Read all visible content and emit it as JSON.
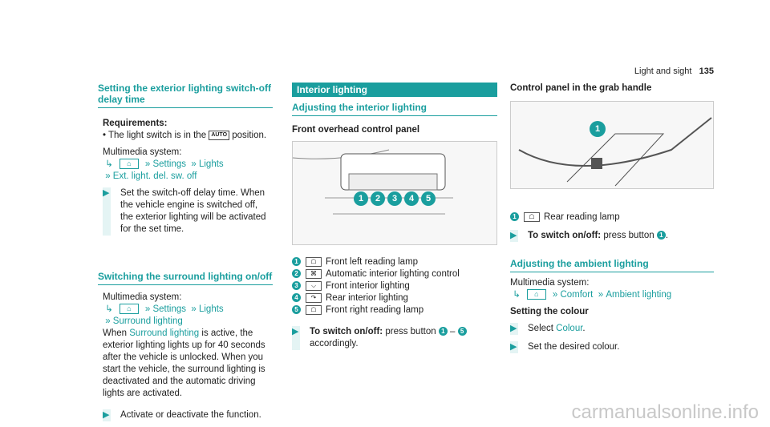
{
  "header": {
    "section": "Light and sight",
    "page": "135"
  },
  "col1": {
    "h1": "Setting the exterior lighting switch-off delay time",
    "req_label": "Requirements:",
    "req_pre": "The light switch is in the",
    "req_icon": "AUTO",
    "req_post": "position.",
    "mm": "Multimedia system:",
    "path": [
      "Settings",
      "Lights",
      "Ext. light. del. sw. off"
    ],
    "step": "Set the switch-off delay time. When the vehicle engine is switched off, the exterior lighting will be activated for the set time.",
    "h2": "Switching the surround lighting on/off",
    "mm2": "Multimedia system:",
    "path2": [
      "Settings",
      "Lights",
      "Surround lighting"
    ],
    "when_pre": "When",
    "when_link": "Surround lighting",
    "when_post": "is active, the exterior lighting lights up for 40 seconds after the vehicle is unlocked. When you start the vehicle, the surround lighting is deactivated and the automatic driving lights are activated.",
    "step2": "Activate or deactivate the function."
  },
  "col2": {
    "bar": "Interior lighting",
    "h": "Adjusting the interior lighting",
    "sub": "Front overhead control panel",
    "callouts": [
      "1",
      "2",
      "3",
      "4",
      "5"
    ],
    "items": [
      {
        "n": "1",
        "label": "Front left reading lamp"
      },
      {
        "n": "2",
        "label": "Automatic interior lighting control"
      },
      {
        "n": "3",
        "label": "Front interior lighting"
      },
      {
        "n": "4",
        "label": "Rear interior lighting"
      },
      {
        "n": "5",
        "label": "Front right reading lamp"
      }
    ],
    "step_b": "To switch on/off:",
    "step_t": "press button",
    "n1": "1",
    "dash": "–",
    "n5": "5",
    "step_e": "accordingly."
  },
  "col3": {
    "sub": "Control panel in the grab handle",
    "callout": "1",
    "item": {
      "n": "1",
      "label": "Rear reading lamp"
    },
    "step_b": "To switch on/off:",
    "step_t": "press button",
    "n1": "1",
    "h": "Adjusting the ambient lighting",
    "mm": "Multimedia system:",
    "path": [
      "Comfort",
      "Ambient lighting"
    ],
    "sub2": "Setting the colour",
    "s1_pre": "Select",
    "s1_link": "Colour",
    "s2": "Set the desired colour."
  },
  "watermark": "carmanualsonline.info"
}
